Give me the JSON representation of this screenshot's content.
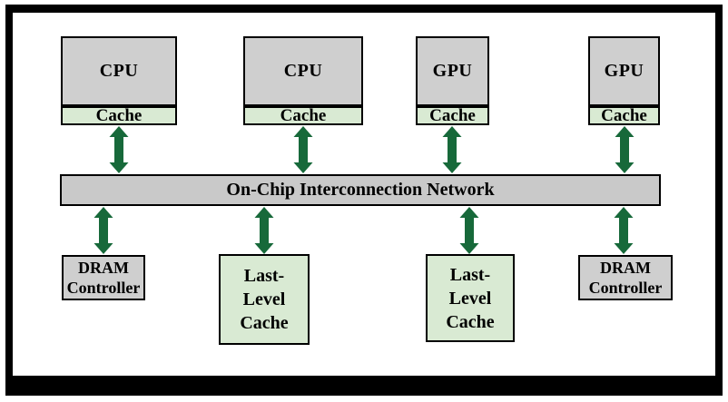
{
  "figure": {
    "type": "system-architecture-diagram",
    "bus": {
      "label": "On-Chip Interconnection Network"
    },
    "processors": [
      {
        "label": "CPU",
        "cache": "Cache"
      },
      {
        "label": "CPU",
        "cache": "Cache"
      },
      {
        "label": "GPU",
        "cache": "Cache"
      },
      {
        "label": "GPU",
        "cache": "Cache"
      }
    ],
    "memory": [
      {
        "name": "DRAM Controller",
        "lines": [
          "DRAM",
          "Controller"
        ]
      },
      {
        "name": "Last-Level Cache",
        "lines": [
          "Last-",
          "Level",
          "Cache"
        ]
      },
      {
        "name": "Last-Level Cache",
        "lines": [
          "Last-",
          "Level",
          "Cache"
        ]
      },
      {
        "name": "DRAM Controller",
        "lines": [
          "DRAM",
          "Controller"
        ]
      }
    ],
    "icons": {
      "connection_arrow": "vertical-double-arrow"
    },
    "colors": {
      "processor_fill": "#cfcfcf",
      "cache_fill": "#d9ead3",
      "bus_fill": "#c9c9c9",
      "arrow": "#17693a",
      "frame": "#000000",
      "background": "#ffffff"
    }
  }
}
